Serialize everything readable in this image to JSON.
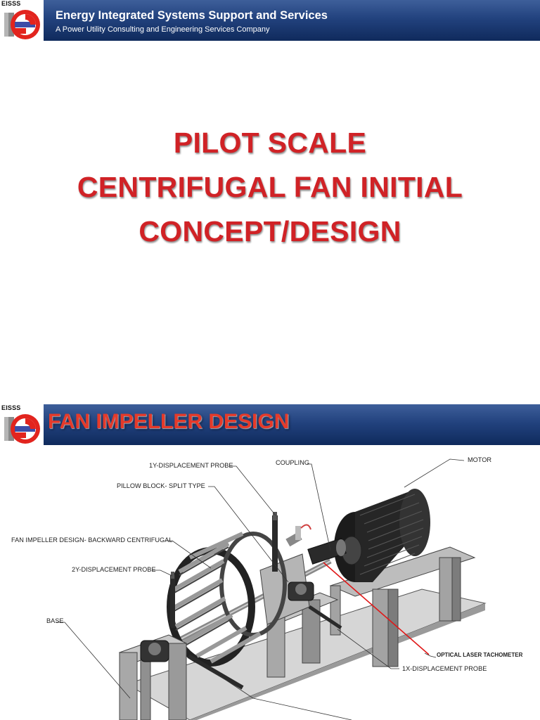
{
  "slide1": {
    "logo_text": "EISSS",
    "company_name": "Energy Integrated Systems Support and Services",
    "tagline": "A Power Utility Consulting and Engineering Services  Company",
    "title_lines": [
      "PILOT SCALE",
      "CENTRIFUGAL FAN INITIAL",
      "CONCEPT/DESIGN"
    ]
  },
  "slide2": {
    "logo_text": "EISSS",
    "title": "FAN IMPELLER DESIGN",
    "labels": {
      "motor": "MOTOR",
      "coupling": "COUPLING",
      "probe_1y": "1Y-DISPLACEMENT PROBE",
      "pillow_block": "PILLOW BLOCK- SPLIT TYPE",
      "impeller": "FAN IMPELLER DESIGN- BACKWARD CENTRIFUGAL",
      "probe_2y": "2Y-DISPLACEMENT PROBE",
      "base": "BASE",
      "tachometer": "OPTICAL LASER TACHOMETER",
      "probe_1x": "1X-DISPLACEMENT PROBE"
    }
  },
  "colors": {
    "banner": "#1f3d78",
    "title_red": "#d02226",
    "logo_red": "#e2241e",
    "laser_red": "#e01818"
  }
}
